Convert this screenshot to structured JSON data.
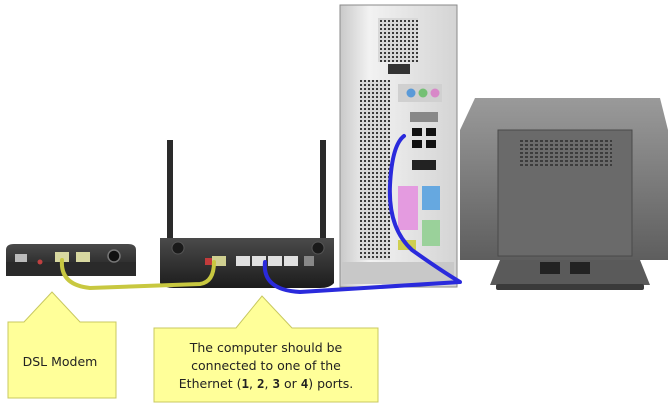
{
  "callouts": {
    "dsl_modem": "DSL Modem",
    "ethernet_note": {
      "line1": "The computer should be",
      "line2": "connected to one of the",
      "line3_prefix": "Ethernet (",
      "port1": "1",
      "sep1": ", ",
      "port2": "2",
      "sep2": ", ",
      "port3": "3",
      "or_word": " or ",
      "port4": "4",
      "line3_suffix": ") ports."
    }
  },
  "colors": {
    "callout_fill": "#ffff99",
    "callout_stroke": "#c8c860",
    "modem_cable": "#c8c840",
    "ethernet_cable": "#2a2adc",
    "device_dark": "#2b2b2b",
    "tower_body": "#e6e6e6",
    "monitor_body": "#7a7a7a"
  }
}
